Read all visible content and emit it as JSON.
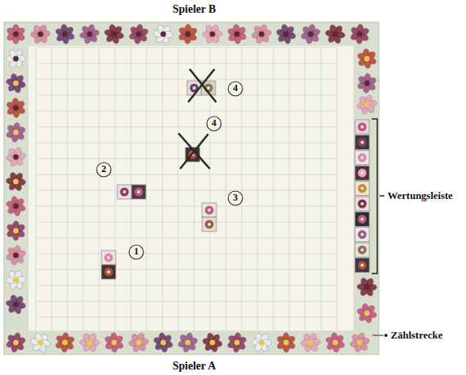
{
  "diagram": {
    "labels": [
      "Spieler B",
      "4",
      "4",
      "2",
      "3",
      "1",
      "Wertungsleiste",
      "Zählstrecke",
      "Spieler A"
    ]
  }
}
